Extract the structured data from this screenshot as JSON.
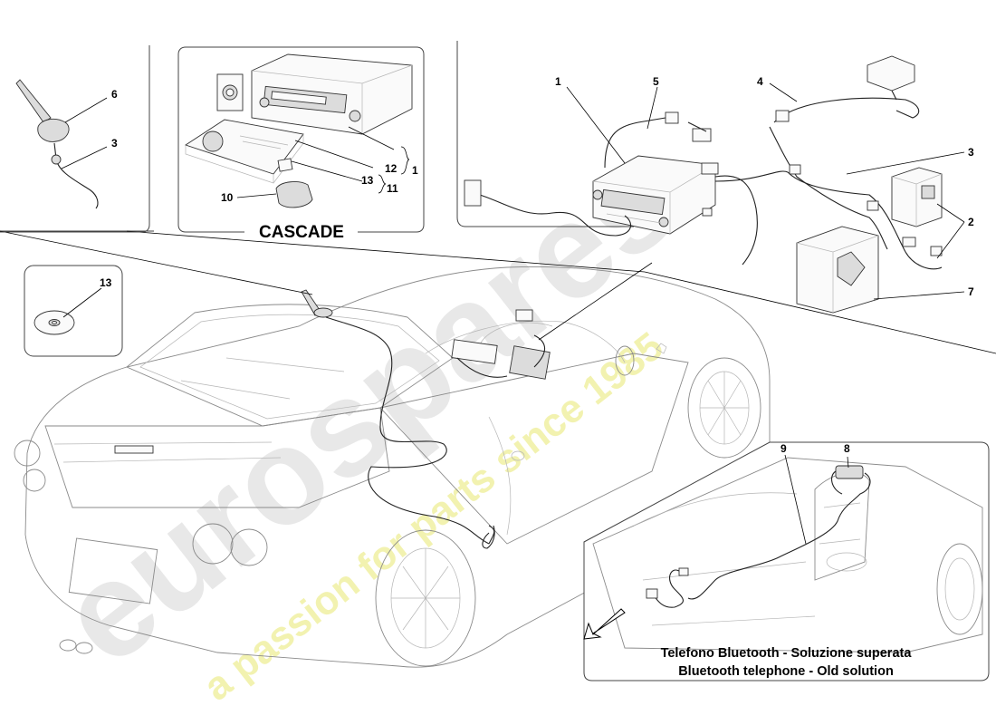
{
  "watermark": {
    "brand": "eurospares",
    "slogan": "a passion for parts since 1985"
  },
  "insets": {
    "cascade_title": "CASCADE",
    "bluetooth_caption_it": "Telefono Bluetooth - Soluzione superata",
    "bluetooth_caption_en": "Bluetooth telephone - Old solution"
  },
  "callouts": {
    "antenna_6": "6",
    "antenna_cable_3": "3",
    "cascade_12": "12",
    "cascade_1": "1",
    "cascade_13": "13",
    "cascade_11": "11",
    "cascade_10": "10",
    "cd_13": "13",
    "radio_1": "1",
    "cable_5": "5",
    "cable_4": "4",
    "cable_3": "3",
    "module_2": "2",
    "module_7": "7",
    "bt_9": "9",
    "bt_8": "8"
  }
}
